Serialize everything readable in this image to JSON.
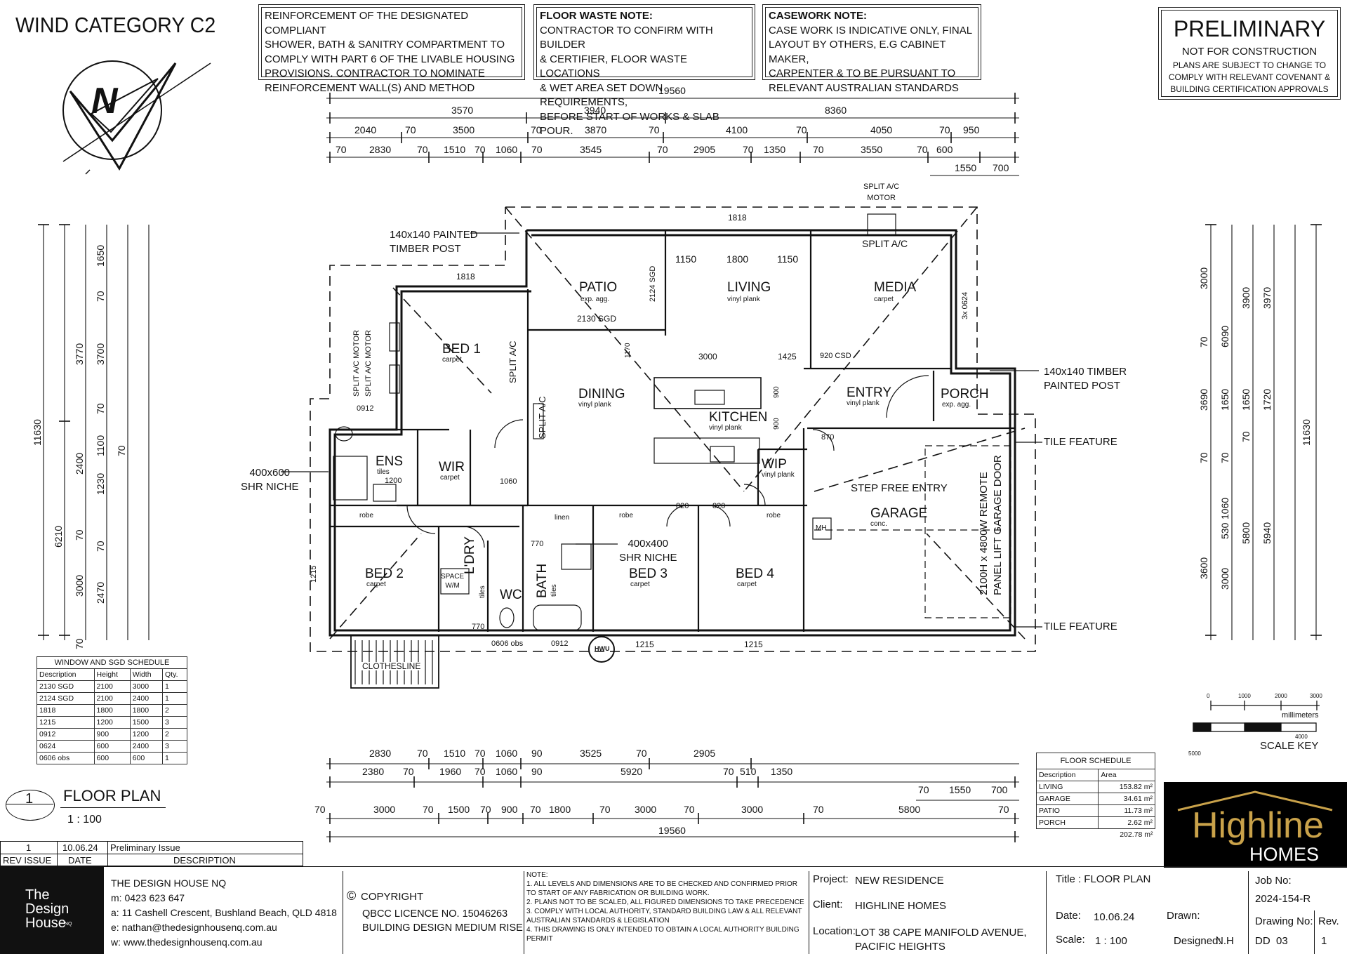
{
  "header": {
    "wind_category": "WIND CATEGORY C2",
    "notes": [
      {
        "text": "REINFORCEMENT OF THE DESIGNATED COMPLIANT\nSHOWER, BATH & SANITRY COMPARTMENT TO\nCOMPLY WITH PART 6 OF THE LIVABLE HOUSING\nPROVISIONS. CONTRACTOR TO NOMINATE\nREINFORCEMENT WALL(S) AND METHOD"
      },
      {
        "title": "FLOOR WASTE NOTE:",
        "text": "CONTRACTOR TO CONFIRM WITH BUILDER\n& CERTIFIER, FLOOR WASTE LOCATIONS\n& WET AREA SET DOWN REQUIREMENTS,\nBEFORE START OF WORKS & SLAB POUR."
      },
      {
        "title": "CASEWORK NOTE:",
        "text": "CASE WORK IS INDICATIVE ONLY, FINAL\nLAYOUT BY OTHERS, E.G CABINET MAKER,\nCARPENTER & TO BE PURSUANT TO\nRELEVANT AUSTRALIAN STANDARDS"
      }
    ],
    "preliminary": {
      "title": "PRELIMINARY",
      "line1": "NOT FOR CONSTRUCTION",
      "line2": "PLANS ARE SUBJECT TO CHANGE TO",
      "line3": "COMPLY WITH RELEVANT COVENANT &",
      "line4": "BUILDING CERTIFICATION APPROVALS"
    }
  },
  "compass_letter": "N",
  "rooms": [
    {
      "name": "PATIO",
      "sub": "exp. agg."
    },
    {
      "name": "LIVING",
      "sub": "vinyl plank"
    },
    {
      "name": "MEDIA",
      "sub": "carpet"
    },
    {
      "name": "BED 1",
      "sub": "carpet"
    },
    {
      "name": "DINING",
      "sub": "vinyl plank"
    },
    {
      "name": "KITCHEN",
      "sub": "vinyl plank"
    },
    {
      "name": "ENTRY",
      "sub": "vinyl plank"
    },
    {
      "name": "PORCH",
      "sub": "exp. agg."
    },
    {
      "name": "ENS",
      "sub": "tiles"
    },
    {
      "name": "WIR",
      "sub": "carpet"
    },
    {
      "name": "WIP",
      "sub": "vinyl plank"
    },
    {
      "name": "GARAGE",
      "sub": "conc."
    },
    {
      "name": "BED 2",
      "sub": "carpet"
    },
    {
      "name": "L'DRY",
      "sub": "tiles"
    },
    {
      "name": "WC",
      "sub": ""
    },
    {
      "name": "BATH",
      "sub": "tiles"
    },
    {
      "name": "BED 3",
      "sub": "carpet"
    },
    {
      "name": "BED 4",
      "sub": "carpet"
    }
  ],
  "callouts": {
    "timber_post_1": "140x140 PAINTED\nTIMBER POST",
    "timber_post_2": "140x140 TIMBER\nPAINTED POST",
    "shr_niche_1": "400x600\nSHR NICHE",
    "shr_niche_2": "400x400\nSHR NICHE",
    "tile_feature_1": "TILE FEATURE",
    "tile_feature_2": "TILE FEATURE",
    "split_ac_motor_top": "SPLIT A/C\nMOTOR",
    "split_ac_top": "SPLIT A/C",
    "step_free": "STEP FREE ENTRY",
    "garage_door": "2100H x 4800W REMOTE\nPANEL LIFT GARAGE DOOR",
    "clothesline": "CLOTHESLINE",
    "hwu": "HWU",
    "mh": "MH",
    "split_ac_side_1": "SPLIT A/C",
    "split_ac_side_2": "SPLIT A/C",
    "split_ac_motor_left_1": "SPLIT A/C MOTOR",
    "split_ac_motor_left_2": "SPLIT A/C MOTOR",
    "linen": "linen",
    "robe": "robe",
    "space_wm": "SPACE\nW/M"
  },
  "dims": {
    "top_overall": "19560",
    "top_row1": [
      "3570",
      "3940",
      "8360"
    ],
    "top_row2": [
      "2040",
      "70",
      "3500",
      "70",
      "3870",
      "70",
      "4100",
      "70",
      "4050",
      "70",
      "950"
    ],
    "top_row3": [
      "70",
      "2830",
      "70",
      "1510",
      "70",
      "1060",
      "70",
      "3545",
      "70",
      "2905",
      "70",
      "1350",
      "70",
      "3550",
      "70",
      "600"
    ],
    "top_row4": [
      "1550",
      "700"
    ],
    "bottom_row1": [
      "2830",
      "70",
      "1510",
      "70",
      "1060",
      "90",
      "3525",
      "70",
      "2905"
    ],
    "bottom_row2": [
      "2380",
      "70",
      "1960",
      "70",
      "1060",
      "90",
      "5920",
      "70",
      "510",
      "1350"
    ],
    "bottom_row3": [
      "70",
      "1550",
      "700"
    ],
    "bottom_row4": [
      "70",
      "3000",
      "70",
      "1500",
      "70",
      "900",
      "70",
      "1800",
      "70",
      "3000",
      "70",
      "3000",
      "70",
      "5800",
      "70"
    ],
    "bottom_overall": "19560",
    "left_overall": "11630",
    "left_a": [
      "6210",
      "3770",
      "1650"
    ],
    "left_b": [
      "70",
      "3000",
      "70",
      "2400",
      "70",
      "3700",
      "70"
    ],
    "left_c": [
      "2470",
      "70",
      "1230",
      "1100",
      "70"
    ],
    "right_overall": "11630",
    "right_a": [
      "3000",
      "70",
      "3690",
      "70",
      "3600"
    ],
    "right_b": [
      "6090",
      "1650",
      "70",
      "1060",
      "530",
      "3000"
    ],
    "right_c": [
      "3900",
      "1650",
      "70",
      "5800"
    ],
    "right_d": [
      "3970",
      "1720",
      "5940"
    ],
    "interior": [
      "1818",
      "1150",
      "1800",
      "1150",
      "1818",
      "2130 SGD",
      "2124 SGD",
      "3000",
      "1425",
      "920 CSD",
      "1200",
      "870",
      "0912",
      "1060",
      "820",
      "820",
      "770",
      "770",
      "1215",
      "1215",
      "1215",
      "0606 obs",
      "0912",
      "1170",
      "900",
      "900",
      "3x 0624"
    ]
  },
  "window_schedule": {
    "title": "WINDOW AND SGD SCHEDULE",
    "headers": [
      "Description",
      "Height",
      "Width",
      "Qty."
    ],
    "rows": [
      [
        "2130 SGD",
        "2100",
        "3000",
        "1"
      ],
      [
        "2124 SGD",
        "2100",
        "2400",
        "1"
      ],
      [
        "1818",
        "1800",
        "1800",
        "2"
      ],
      [
        "1215",
        "1200",
        "1500",
        "3"
      ],
      [
        "0912",
        "900",
        "1200",
        "2"
      ],
      [
        "0624",
        "600",
        "2400",
        "3"
      ],
      [
        "0606 obs",
        "600",
        "600",
        "1"
      ]
    ]
  },
  "floor_schedule": {
    "title": "FLOOR SCHEDULE",
    "headers": [
      "Description",
      "Area"
    ],
    "rows": [
      [
        "LIVING",
        "153.82 m²"
      ],
      [
        "GARAGE",
        "34.61 m²"
      ],
      [
        "PATIO",
        "11.73 m²"
      ],
      [
        "PORCH",
        "2.62 m²"
      ]
    ],
    "total": "202.78 m²"
  },
  "plan_label": {
    "number": "1",
    "title": "FLOOR PLAN",
    "scale": "1 : 100"
  },
  "scale_key": {
    "units": "millimeters",
    "label": "SCALE KEY",
    "ticks": [
      "0",
      "1000",
      "2000",
      "3000",
      "4000",
      "5000"
    ]
  },
  "revisions": {
    "headers": [
      "REV ISSUE",
      "DATE",
      "DESCRIPTION"
    ],
    "rows": [
      [
        "1",
        "10.06.24",
        "Preliminary Issue"
      ]
    ]
  },
  "designer": {
    "logo_line1": "The",
    "logo_line2": "Design",
    "logo_line3": "House",
    "logo_sup": "NQ",
    "name": "THE DESIGN HOUSE NQ",
    "phone": "m: 0423 623 647",
    "address": "a: 11 Cashell Crescent, Bushland Beach, QLD 4818",
    "email": "e: nathan@thedesignhousenq.com.au",
    "web": "w: www.thedesignhousenq.com.au"
  },
  "copyright": {
    "symbol": "©",
    "title": "COPYRIGHT",
    "licence": "QBCC LICENCE NO. 15046263",
    "class": "BUILDING DESIGN MEDIUM RISE"
  },
  "note_block": "NOTE:\n1. ALL LEVELS AND DIMENSIONS ARE TO BE CHECKED AND CONFIRMED PRIOR\nTO START OF ANY FABRICATION OR BUILDING WORK.\n2. PLANS NOT TO BE SCALED, ALL FIGURED DIMENSIONS TO TAKE PRECEDENCE\n3. COMPLY WITH LOCAL AUTHORITY, STANDARD BUILDING LAW & ALL RELEVANT\nAUSTRALIAN STANDARDS & LEGISLATION\n4. THIS DRAWING IS ONLY INTENDED TO OBTAIN A LOCAL AUTHORITY BUILDING\nPERMIT",
  "project": {
    "project_label": "Project:",
    "project_value": "NEW RESIDENCE",
    "client_label": "Client:",
    "client_value": "HIGHLINE HOMES",
    "location_label": "Location:",
    "location_value": "LOT 38 CAPE MANIFOLD AVENUE,\nPACIFIC HEIGHTS"
  },
  "title_block": {
    "title": "Title : FLOOR PLAN",
    "date_label": "Date:",
    "date_value": "10.06.24",
    "drawn_label": "Drawn:",
    "drawn_value": "",
    "scale_label": "Scale:",
    "scale_value": "1 : 100",
    "designed_label": "Designed:",
    "designed_value": "N.H",
    "job_label": "Job No:",
    "job_value": "2024-154-R",
    "drawing_label": "Drawing No:",
    "drawing_value": "DD  03",
    "rev_label": "Rev.",
    "rev_value": "1"
  },
  "brand": {
    "name": "Highline",
    "sub": "HOMES",
    "bg": "#000000",
    "accent": "#c9a24a"
  }
}
